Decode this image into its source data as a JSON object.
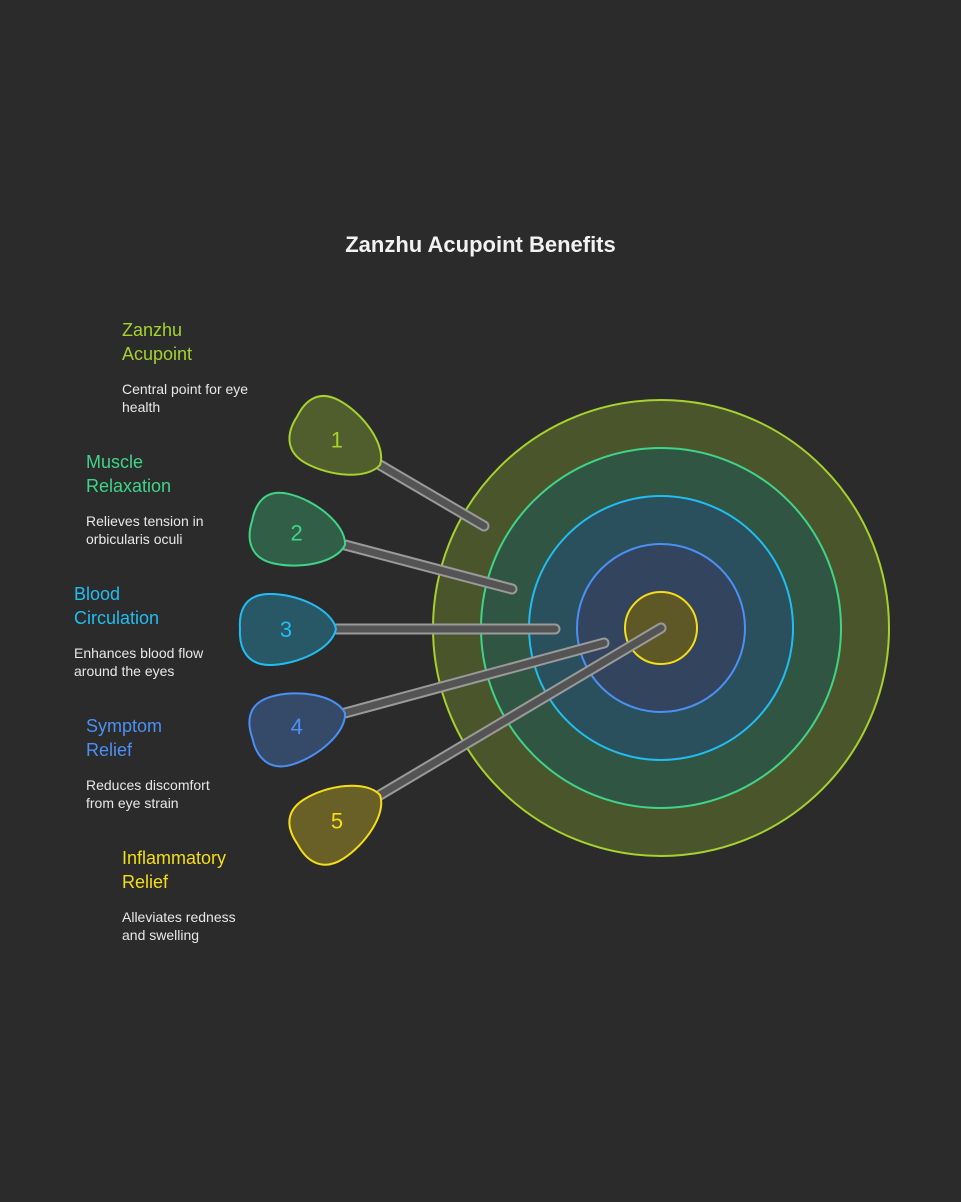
{
  "title": "Zanzhu Acupoint Benefits",
  "items": [
    {
      "num": "1",
      "title": "Zanzhu Acupoint",
      "desc": "Central point for eye health",
      "color": "#a6d12e"
    },
    {
      "num": "2",
      "title": "Muscle Relaxation",
      "desc": "Relieves tension in orbicularis oculi",
      "color": "#3fd488"
    },
    {
      "num": "3",
      "title": "Blood Circulation",
      "desc": "Enhances blood flow around the eyes",
      "color": "#22bdf0"
    },
    {
      "num": "4",
      "title": "Symptom Relief",
      "desc": "Reduces discomfort from eye strain",
      "color": "#4b90f5"
    },
    {
      "num": "5",
      "title": "Inflammatory Relief",
      "desc": "Alleviates redness and swelling",
      "color": "#f6dd1a"
    }
  ]
}
